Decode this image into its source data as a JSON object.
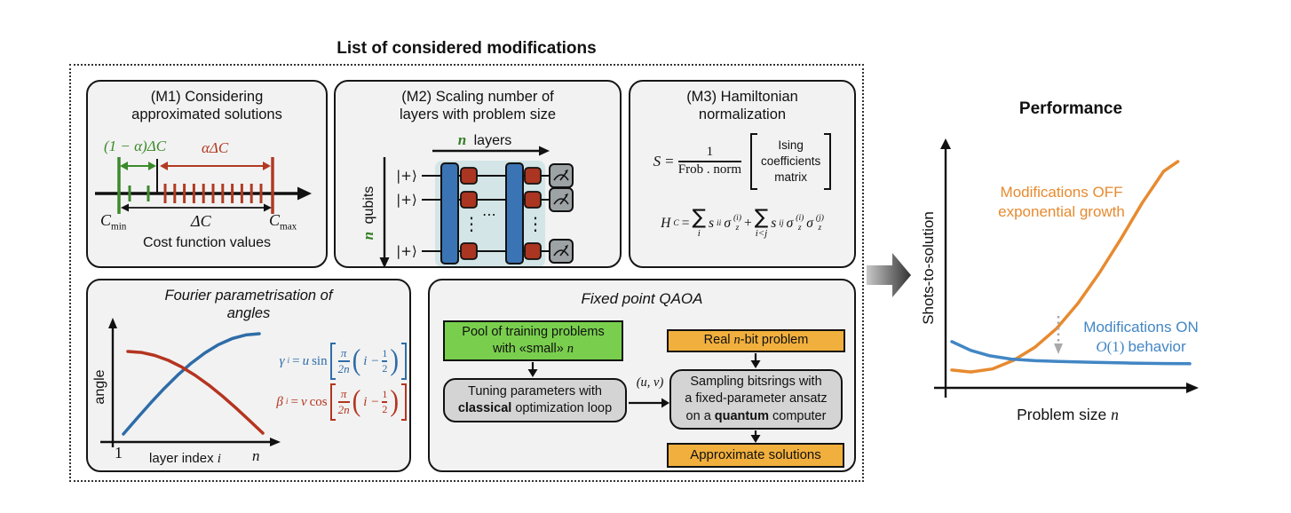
{
  "main_title": "List of considered modifications",
  "sym": {
    "lparen": "(",
    "rparen": ")"
  },
  "m1": {
    "title_line1": "(M1) Considering",
    "title_line2": "approximated solutions",
    "green_label": "(1 − α)ΔC",
    "red_label": "αΔC",
    "cmin_base": "C",
    "cmin_sub": "min",
    "delta_c": "ΔC",
    "cmax_base": "C",
    "cmax_sub": "max",
    "caption": "Cost function values",
    "green": "#3b8a2b",
    "red": "#b23a22"
  },
  "m2": {
    "title_line1": "(M2) Scaling number of",
    "title_line2": "layers with problem size",
    "n_layers_n": "n",
    "n_layers_word": "layers",
    "n_qubits_n": "n",
    "n_qubits_word": "qubits",
    "ket": "|+⟩",
    "dots_h": "⋯",
    "dots_v": "⋮",
    "panel_blue": "#d3e5e6",
    "gate_blue": "#3a74b4",
    "gate_red": "#aa3520",
    "meter_gray": "#9da2a4"
  },
  "m3": {
    "title_line1": "(M3) Hamiltonian",
    "title_line2": "normalization",
    "eq1": {
      "lhs": "S",
      "eq": "=",
      "num": "1",
      "den": "Frob . norm",
      "matrix": [
        "Ising",
        "coefficients",
        "matrix"
      ]
    },
    "eq2": {
      "lhs": "H",
      "lhs_sub": "C",
      "eq": "=",
      "sum": "∑",
      "sum1_sub": "i",
      "s": "s",
      "s1_sub": "ii",
      "sigma": "σ",
      "sig_sub": "z",
      "sup_i": "(i)",
      "plus": "+",
      "sum2_sub": "i<j",
      "s2_sub": "ij",
      "sup_j": "(j)"
    }
  },
  "fourier": {
    "title_line1": "Fourier parametrisation of",
    "title_line2": "angles",
    "ylabel": "angle",
    "x_start": "1",
    "xlabel": "layer index",
    "xlabel_i": "i",
    "x_end": "n",
    "gamma": {
      "lhs": "γ",
      "sub": "i",
      "eq": "=",
      "coef": "u",
      "fn": "sin",
      "num": "π",
      "den": "2n",
      "inner": "i −",
      "fnum": "1",
      "fden": "2"
    },
    "beta": {
      "lhs": "β",
      "sub": "i",
      "eq": "=",
      "coef": "v",
      "fn": "cos",
      "num": "π",
      "den": "2n",
      "inner": "i −",
      "fnum": "1",
      "fden": "2"
    },
    "blue": "#2e6ca8",
    "red": "#b5341f"
  },
  "qaoa": {
    "title": "Fixed point QAOA",
    "pool_line1": "Pool of training problems",
    "pool_line2": "with «small»",
    "pool_n": "n",
    "tuning_line1": "Tuning parameters with",
    "tuning_bold": "classical",
    "tuning_rest": "optimization loop",
    "uv": "(u, v)",
    "real_pre": "Real",
    "real_n": "n",
    "real_post": "-bit problem",
    "sampling_line1": "Sampling bitsrings with",
    "sampling_line2": "a fixed-parameter ansatz",
    "sampling_pre": "on a",
    "sampling_bold": "quantum",
    "sampling_post": "computer",
    "approx": "Approximate solutions",
    "green": "#79cf4d",
    "orange": "#f1af3d",
    "gray": "#d4d4d4"
  },
  "performance": {
    "title": "Performance",
    "ylabel": "Shots-to-solution",
    "xlabel": "Problem size",
    "xlabel_n": "n",
    "off_line1": "Modifications OFF",
    "off_line2": "exponential growth",
    "on_line1": "Modifications ON",
    "on_o": "O",
    "on_paren": "(1)",
    "on_behavior": "behavior",
    "orange": "#e78a2f",
    "blue": "#4286c4"
  },
  "chart_data": [
    {
      "type": "line",
      "title": "Fourier parametrisation of angles",
      "xlabel": "layer index i",
      "ylabel": "angle",
      "x_range_labels": [
        "1",
        "n"
      ],
      "grid": false,
      "legend_position": "inline-right",
      "series": [
        {
          "name": "γi = u sin[π/2n (i − 1/2)]",
          "color": "#2e6ca8",
          "points_norm": [
            [
              0,
              0
            ],
            [
              0.1,
              0.156
            ],
            [
              0.2,
              0.309
            ],
            [
              0.3,
              0.454
            ],
            [
              0.4,
              0.588
            ],
            [
              0.5,
              0.707
            ],
            [
              0.6,
              0.809
            ],
            [
              0.7,
              0.891
            ],
            [
              0.8,
              0.951
            ],
            [
              0.9,
              0.988
            ],
            [
              1,
              1
            ]
          ]
        },
        {
          "name": "βi = v cos[π/2n (i − 1/2)]",
          "color": "#b5341f",
          "points_norm": [
            [
              0,
              1
            ],
            [
              0.1,
              0.988
            ],
            [
              0.2,
              0.951
            ],
            [
              0.3,
              0.891
            ],
            [
              0.4,
              0.809
            ],
            [
              0.5,
              0.707
            ],
            [
              0.6,
              0.588
            ],
            [
              0.7,
              0.454
            ],
            [
              0.8,
              0.309
            ],
            [
              0.9,
              0.156
            ],
            [
              1,
              0
            ]
          ]
        }
      ]
    },
    {
      "type": "line",
      "title": "Performance",
      "xlabel": "Problem size n",
      "ylabel": "Shots-to-solution",
      "grid": false,
      "legend_position": "inline",
      "series": [
        {
          "name": "Modifications OFF exponential growth",
          "color": "#e78a2f",
          "points_norm": [
            [
              0,
              0.045
            ],
            [
              0.08,
              0.036
            ],
            [
              0.17,
              0.05
            ],
            [
              0.26,
              0.09
            ],
            [
              0.35,
              0.15
            ],
            [
              0.44,
              0.235
            ],
            [
              0.53,
              0.35
            ],
            [
              0.62,
              0.49
            ],
            [
              0.71,
              0.645
            ],
            [
              0.8,
              0.81
            ],
            [
              0.89,
              0.955
            ],
            [
              0.95,
              1.0
            ]
          ]
        },
        {
          "name": "Modifications ON O(1) behavior",
          "color": "#4286c4",
          "points_norm": [
            [
              0,
              0.175
            ],
            [
              0.08,
              0.135
            ],
            [
              0.16,
              0.11
            ],
            [
              0.25,
              0.095
            ],
            [
              0.35,
              0.088
            ],
            [
              0.45,
              0.084
            ],
            [
              0.6,
              0.08
            ],
            [
              0.75,
              0.077
            ],
            [
              0.9,
              0.075
            ],
            [
              1,
              0.074
            ]
          ]
        }
      ]
    }
  ]
}
